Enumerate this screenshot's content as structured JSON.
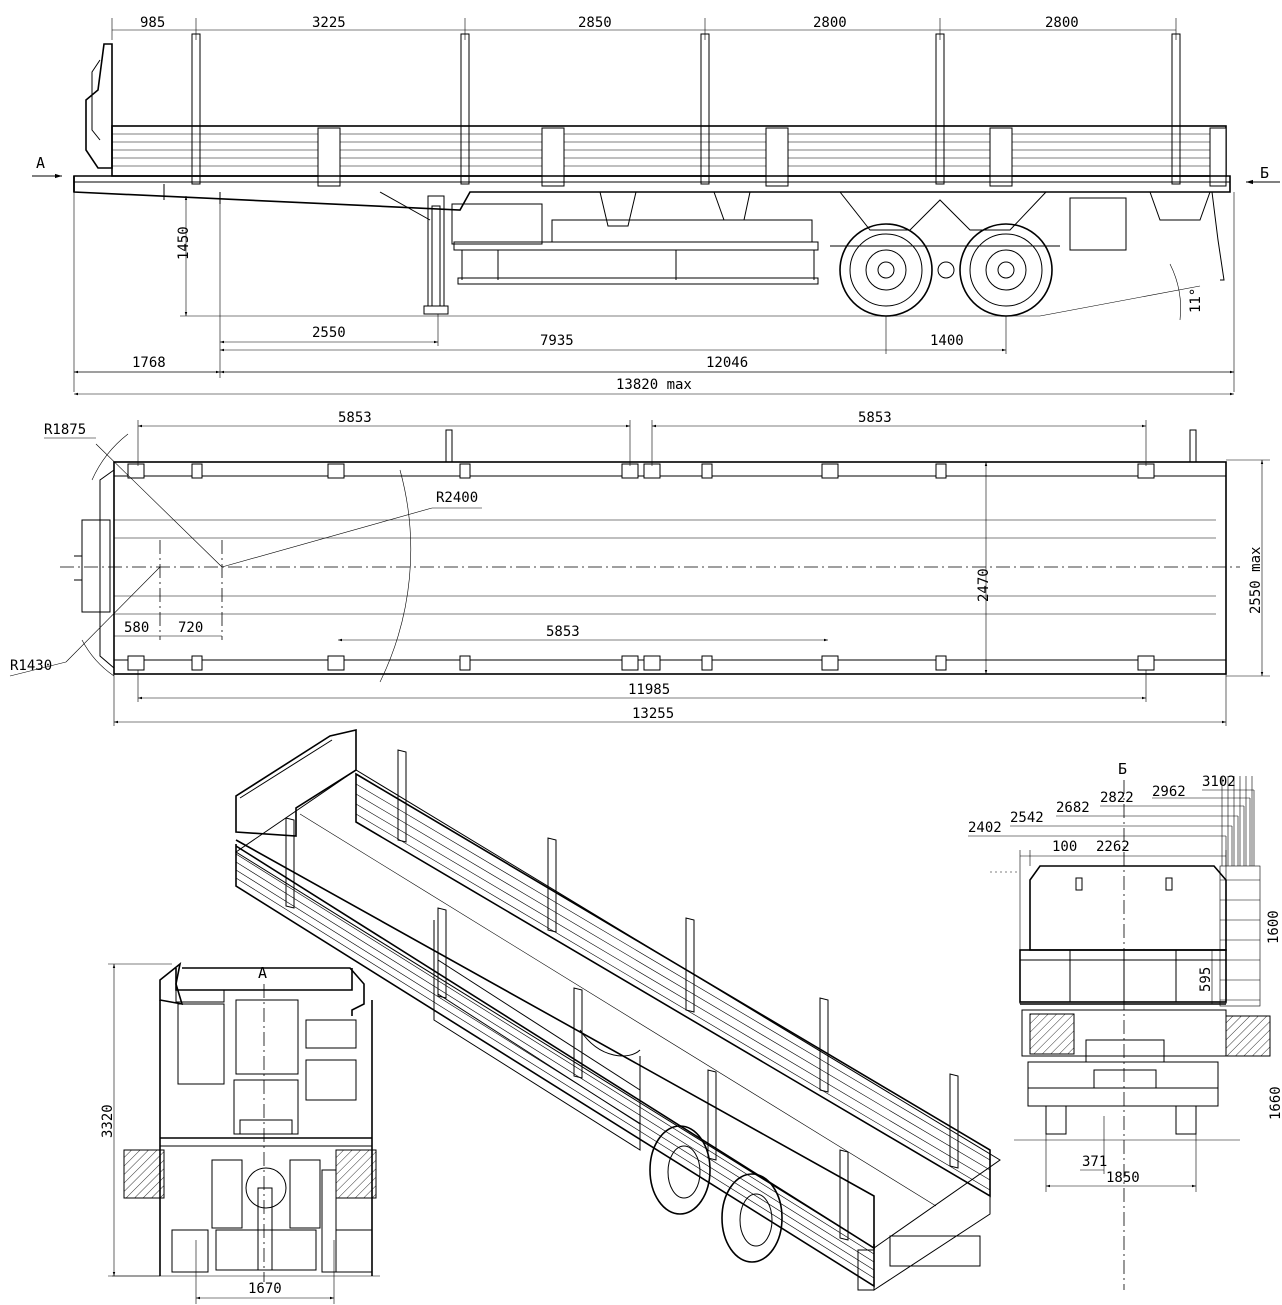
{
  "side_view": {
    "top_dims": [
      "985",
      "3225",
      "2850",
      "2800",
      "2800"
    ],
    "height_dim": "1450",
    "bottom_dims": {
      "d2550": "2550",
      "d7935": "7935",
      "d1400": "1400",
      "d1768": "1768",
      "d12046": "12046",
      "d13820": "13820 max"
    },
    "angle": "11°",
    "view_mark_left": "А",
    "view_mark_right": "Б"
  },
  "top_view": {
    "top_dims": [
      "5853",
      "5853"
    ],
    "mid_dim": "5853",
    "radii": [
      "R1875",
      "R2400",
      "R1430"
    ],
    "small_dims": [
      "580",
      "720"
    ],
    "width_inner": "2470",
    "width_outer": "2550 max",
    "length_inner": "11985",
    "length_outer": "13255"
  },
  "front_view": {
    "mark": "А",
    "height": "3320",
    "track": "1670"
  },
  "rear_view": {
    "mark": "Б",
    "heights": [
      "2402",
      "2542",
      "2682",
      "2822",
      "2962",
      "3102"
    ],
    "d100": "100",
    "d2262": "2262",
    "d595": "595",
    "d1600": "1600",
    "d1660": "1660",
    "d371": "371",
    "d1850": "1850"
  }
}
